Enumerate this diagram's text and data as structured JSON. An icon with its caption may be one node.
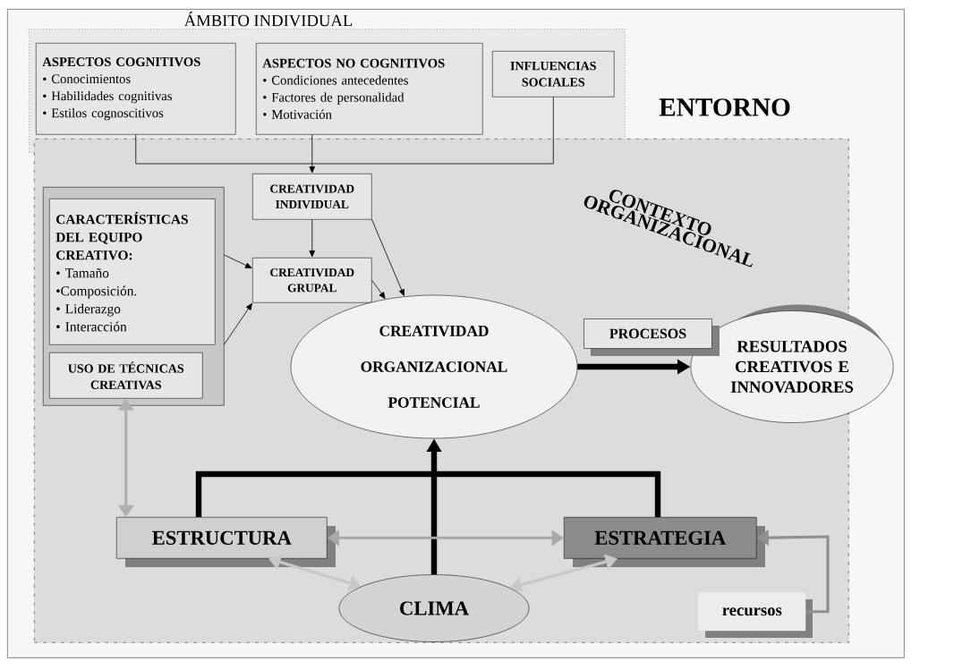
{
  "diagram": {
    "nodes": [
      {
        "text": [
          "ENTORNO"
        ]
      },
      {
        "text": [
          "ÁMBITO INDIVIDUAL"
        ],
        "in": 0
      },
      {
        "text": [
          "ASPECTOS COGNITIVOS",
          "• Conocimientos",
          "• Habilidades cognitivas",
          "• Estilos cognoscitivos"
        ],
        "in": 1
      },
      {
        "text": [
          "ASPECTOS NO COGNITIVOS",
          "• Condiciones antecedentes",
          "• Factores de personalidad",
          "• Motivación"
        ],
        "in": 1
      },
      {
        "text": [
          "INFLUENCIAS SOCIALES"
        ],
        "in": 1
      },
      {
        "text": [
          "CONTEXTO ORGANIZACIONAL"
        ],
        "in": 0
      },
      {
        "text": [
          "CREATIVIDAD INDIVIDUAL"
        ],
        "in": 5
      },
      {
        "text": [],
        "shape": "box",
        "in": 5
      },
      {
        "text": [
          "CARACTERÍSTICAS DEL EQUIPO CREATIVO:",
          "• Tamaño",
          "•Composición.",
          "• Liderazgo",
          "• Interacción"
        ],
        "in": 7
      },
      {
        "text": [
          "USO DE TÉCNICAS CREATIVAS"
        ],
        "in": 7
      },
      {
        "text": [
          "CREATIVIDAD GRUPAL"
        ],
        "in": 5
      },
      {
        "text": [
          "CREATIVIDAD ORGANIZACIONAL POTENCIAL"
        ],
        "in": 5
      },
      {
        "text": [
          "RESULTADOS CREATIVOS E INNOVADORES"
        ],
        "in": 0
      },
      {
        "text": [
          "ESTRUCTURA"
        ],
        "in": 5
      },
      {
        "text": [
          "ESTRATEGIA"
        ],
        "in": 5
      },
      {
        "text": [
          "CLIMA"
        ],
        "in": 5
      },
      {
        "text": [
          "recursos"
        ],
        "in": 5
      }
    ],
    "edges": [
      {
        "from": 2,
        "to": 6,
        "arrow": "to"
      },
      {
        "from": 3,
        "to": 6,
        "arrow": "to"
      },
      {
        "from": 4,
        "to": 6,
        "arrow": "to"
      },
      {
        "from": 6,
        "to": 10,
        "arrow": "to"
      },
      {
        "from": 6,
        "to": 11,
        "arrow": "to"
      },
      {
        "from": 10,
        "to": 11,
        "arrow": "to"
      },
      {
        "from": 7,
        "to": 10,
        "arrow": "to"
      },
      {
        "from": 7,
        "to": 10,
        "arrow": "to"
      },
      {
        "from": 11,
        "to": 12,
        "arrow": "to",
        "label": "PROCESOS",
        "style": "thick"
      },
      {
        "from": 13,
        "to": 11,
        "arrow": "to",
        "style": "thick"
      },
      {
        "from": 14,
        "to": 11,
        "arrow": "to",
        "style": "thick"
      },
      {
        "from": 15,
        "to": 11,
        "arrow": "to",
        "style": "thick"
      },
      {
        "from": 13,
        "to": 14,
        "arrow": "both",
        "color": "#a8a8a8"
      },
      {
        "from": 13,
        "to": 15,
        "arrow": "both",
        "color": "#c8c8c8"
      },
      {
        "from": 14,
        "to": 15,
        "arrow": "both",
        "color": "#c8c8c8"
      },
      {
        "from": 9,
        "to": 13,
        "arrow": "both",
        "color": "#b0b0b0"
      },
      {
        "from": 16,
        "to": 14,
        "arrow": "to",
        "color": "#909090"
      }
    ]
  }
}
